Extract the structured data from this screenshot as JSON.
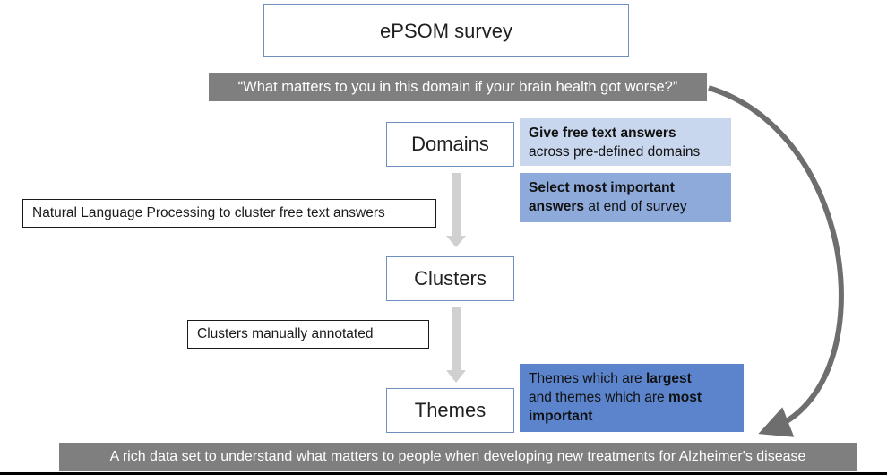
{
  "survey": {
    "title": "ePSOM survey"
  },
  "question_banner": {
    "text": "“What matters to you in this domain if your brain health got worse?”"
  },
  "steps": {
    "domains": "Domains",
    "clusters": "Clusters",
    "themes": "Themes"
  },
  "notes": {
    "nlp": "Natural Language Processing to cluster free text answers",
    "annotated": "Clusters manually annotated"
  },
  "side_boxes": {
    "free_text": {
      "bold": "Give free text answers",
      "rest": "across pre-defined domains"
    },
    "select": {
      "bold1": "Select most important",
      "bold2": "answers",
      "rest": " at end of survey"
    },
    "themes": {
      "p1": "Themes which are ",
      "b1": "largest",
      "p2": "and themes which are ",
      "b2": "most",
      "b3": "important"
    }
  },
  "bottom_banner": {
    "text": "A rich data set to understand what matters to people when developing new treatments for Alzheimer's disease"
  },
  "colors": {
    "box_border": "#6f8fbf",
    "banner_grey": "#7f7f7f",
    "light_blue": "#c9d7ee",
    "mid_blue": "#8eaadb",
    "dark_blue": "#5b84cc",
    "arrow_grey": "#d0d0d0",
    "curve_grey": "#6e6e6e"
  }
}
